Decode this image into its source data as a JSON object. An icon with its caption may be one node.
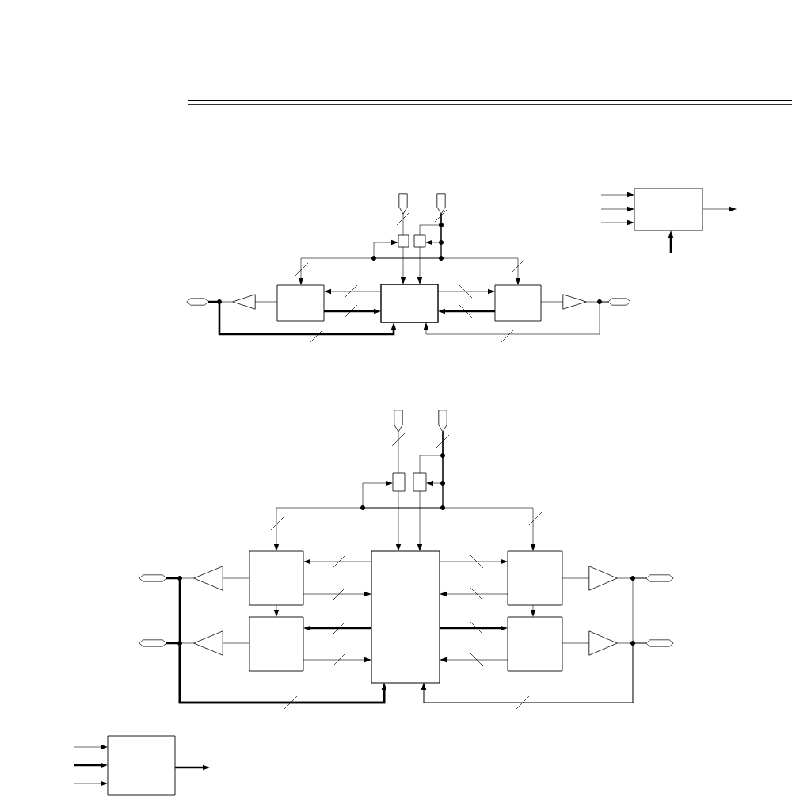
{
  "diagram": {
    "nodes": [
      {
        "text": [],
        "shape": "pentagon"
      },
      {
        "text": [],
        "shape": "pentagon"
      },
      {
        "text": [],
        "shape": "box"
      },
      {
        "text": [],
        "shape": "box"
      },
      {
        "text": [],
        "shape": "box"
      },
      {
        "text": [],
        "shape": "box"
      },
      {
        "text": [],
        "shape": "box"
      },
      {
        "text": [],
        "shape": "triangle"
      },
      {
        "text": [],
        "shape": "triangle"
      },
      {
        "text": [],
        "shape": "hexagon"
      },
      {
        "text": [],
        "shape": "hexagon"
      },
      {
        "text": [],
        "shape": "box"
      },
      {
        "text": [],
        "shape": "pentagon"
      },
      {
        "text": [],
        "shape": "pentagon"
      },
      {
        "text": [],
        "shape": "box"
      },
      {
        "text": [],
        "shape": "box"
      },
      {
        "text": [],
        "shape": "box"
      },
      {
        "text": [],
        "shape": "box"
      },
      {
        "text": [],
        "shape": "box"
      },
      {
        "text": [],
        "shape": "box"
      },
      {
        "text": [],
        "shape": "box"
      },
      {
        "text": [],
        "shape": "triangle"
      },
      {
        "text": [],
        "shape": "triangle"
      },
      {
        "text": [],
        "shape": "triangle"
      },
      {
        "text": [],
        "shape": "triangle"
      },
      {
        "text": [],
        "shape": "hexagon"
      },
      {
        "text": [],
        "shape": "hexagon"
      },
      {
        "text": [],
        "shape": "hexagon"
      },
      {
        "text": [],
        "shape": "hexagon"
      },
      {
        "text": [],
        "shape": "box"
      }
    ],
    "edges": [
      {
        "from": 0,
        "to": 2,
        "arrow": "none"
      },
      {
        "from": 1,
        "to": 3,
        "arrow": "none"
      },
      {
        "from": 1,
        "to": 3,
        "arrow": "to"
      },
      {
        "from": 1,
        "to": 2,
        "arrow": "to"
      },
      {
        "from": 1,
        "to": 4,
        "arrow": "to"
      },
      {
        "from": 1,
        "to": 6,
        "arrow": "to"
      },
      {
        "from": 2,
        "to": 5,
        "arrow": "to"
      },
      {
        "from": 3,
        "to": 5,
        "arrow": "to"
      },
      {
        "from": 5,
        "to": 4,
        "arrow": "to"
      },
      {
        "from": 4,
        "to": 5,
        "arrow": "to",
        "style": "thick"
      },
      {
        "from": 5,
        "to": 6,
        "arrow": "to"
      },
      {
        "from": 6,
        "to": 5,
        "arrow": "to",
        "style": "thick"
      },
      {
        "from": 4,
        "to": 7,
        "arrow": "none"
      },
      {
        "from": 7,
        "to": 9,
        "arrow": "none"
      },
      {
        "from": 9,
        "to": 5,
        "arrow": "to",
        "style": "thick"
      },
      {
        "from": 6,
        "to": 8,
        "arrow": "none"
      },
      {
        "from": 8,
        "to": 10,
        "arrow": "none"
      },
      {
        "from": 10,
        "to": 5,
        "arrow": "to"
      },
      {
        "from": null,
        "to": 11,
        "arrow": "to"
      },
      {
        "from": null,
        "to": 11,
        "arrow": "to"
      },
      {
        "from": null,
        "to": 11,
        "arrow": "to"
      },
      {
        "from": 11,
        "to": null,
        "arrow": "to"
      },
      {
        "from": null,
        "to": 11,
        "arrow": "to",
        "style": "thick"
      },
      {
        "from": 12,
        "to": 14,
        "arrow": "none"
      },
      {
        "from": 13,
        "to": 15,
        "arrow": "none"
      },
      {
        "from": 13,
        "to": 15,
        "arrow": "to"
      },
      {
        "from": 13,
        "to": 14,
        "arrow": "to"
      },
      {
        "from": 13,
        "to": 16,
        "arrow": "to"
      },
      {
        "from": 13,
        "to": 19,
        "arrow": "to"
      },
      {
        "from": 14,
        "to": 18,
        "arrow": "to"
      },
      {
        "from": 15,
        "to": 18,
        "arrow": "to"
      },
      {
        "from": 18,
        "to": 16,
        "arrow": "to"
      },
      {
        "from": 16,
        "to": 18,
        "arrow": "to"
      },
      {
        "from": 18,
        "to": 17,
        "arrow": "to",
        "style": "thick"
      },
      {
        "from": 17,
        "to": 18,
        "arrow": "to"
      },
      {
        "from": 18,
        "to": 19,
        "arrow": "to"
      },
      {
        "from": 19,
        "to": 18,
        "arrow": "to"
      },
      {
        "from": 18,
        "to": 20,
        "arrow": "to",
        "style": "thick"
      },
      {
        "from": 20,
        "to": 18,
        "arrow": "to"
      },
      {
        "from": 16,
        "to": 17,
        "arrow": "to"
      },
      {
        "from": 19,
        "to": 20,
        "arrow": "to"
      },
      {
        "from": 16,
        "to": 21,
        "arrow": "none"
      },
      {
        "from": 21,
        "to": 25,
        "arrow": "none"
      },
      {
        "from": 17,
        "to": 22,
        "arrow": "none"
      },
      {
        "from": 22,
        "to": 26,
        "arrow": "none"
      },
      {
        "from": 25,
        "to": 18,
        "arrow": "to",
        "style": "thick"
      },
      {
        "from": 26,
        "to": 18,
        "arrow": "to",
        "style": "thick"
      },
      {
        "from": 19,
        "to": 23,
        "arrow": "none"
      },
      {
        "from": 23,
        "to": 27,
        "arrow": "none"
      },
      {
        "from": 20,
        "to": 24,
        "arrow": "none"
      },
      {
        "from": 24,
        "to": 28,
        "arrow": "none"
      },
      {
        "from": 27,
        "to": 18,
        "arrow": "to"
      },
      {
        "from": 28,
        "to": 18,
        "arrow": "to"
      },
      {
        "from": null,
        "to": 29,
        "arrow": "to"
      },
      {
        "from": null,
        "to": 29,
        "arrow": "to",
        "style": "thick"
      },
      {
        "from": null,
        "to": 29,
        "arrow": "to"
      },
      {
        "from": 29,
        "to": null,
        "arrow": "to",
        "style": "thick"
      }
    ]
  }
}
